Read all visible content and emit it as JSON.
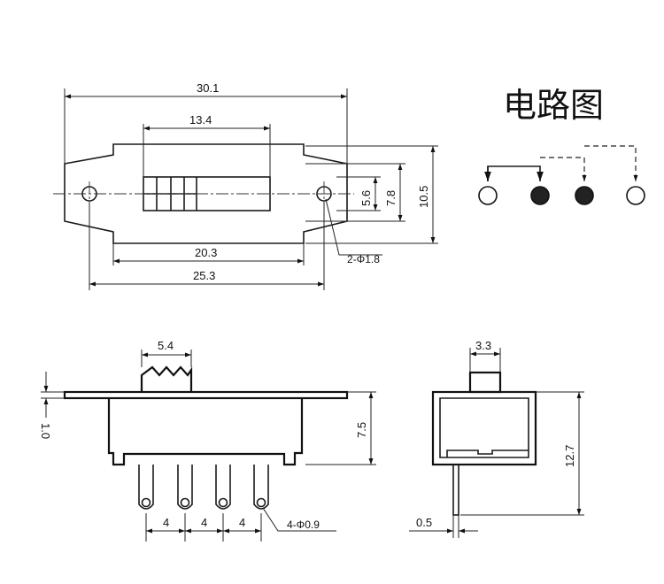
{
  "circuit_title": "电路图",
  "top_view": {
    "overall_length": "30.1",
    "slot_length": "13.4",
    "mount_span": "25.3",
    "inner_length": "20.3",
    "height_inner": "5.6",
    "height_mid": "7.8",
    "height_outer": "10.5",
    "hole_callout": "2-Φ1.8"
  },
  "front_view": {
    "knob_width": "5.4",
    "body_height": "7.5",
    "flange_thickness": "1.0",
    "pitch_1": "4",
    "pitch_2": "4",
    "pitch_3": "4",
    "pin_callout": "4-Φ0.9"
  },
  "side_view": {
    "knob_width": "3.3",
    "total_height": "12.7",
    "pin_thickness": "0.5"
  },
  "circuit": {
    "pins": [
      "open",
      "filled",
      "filled",
      "open"
    ]
  }
}
